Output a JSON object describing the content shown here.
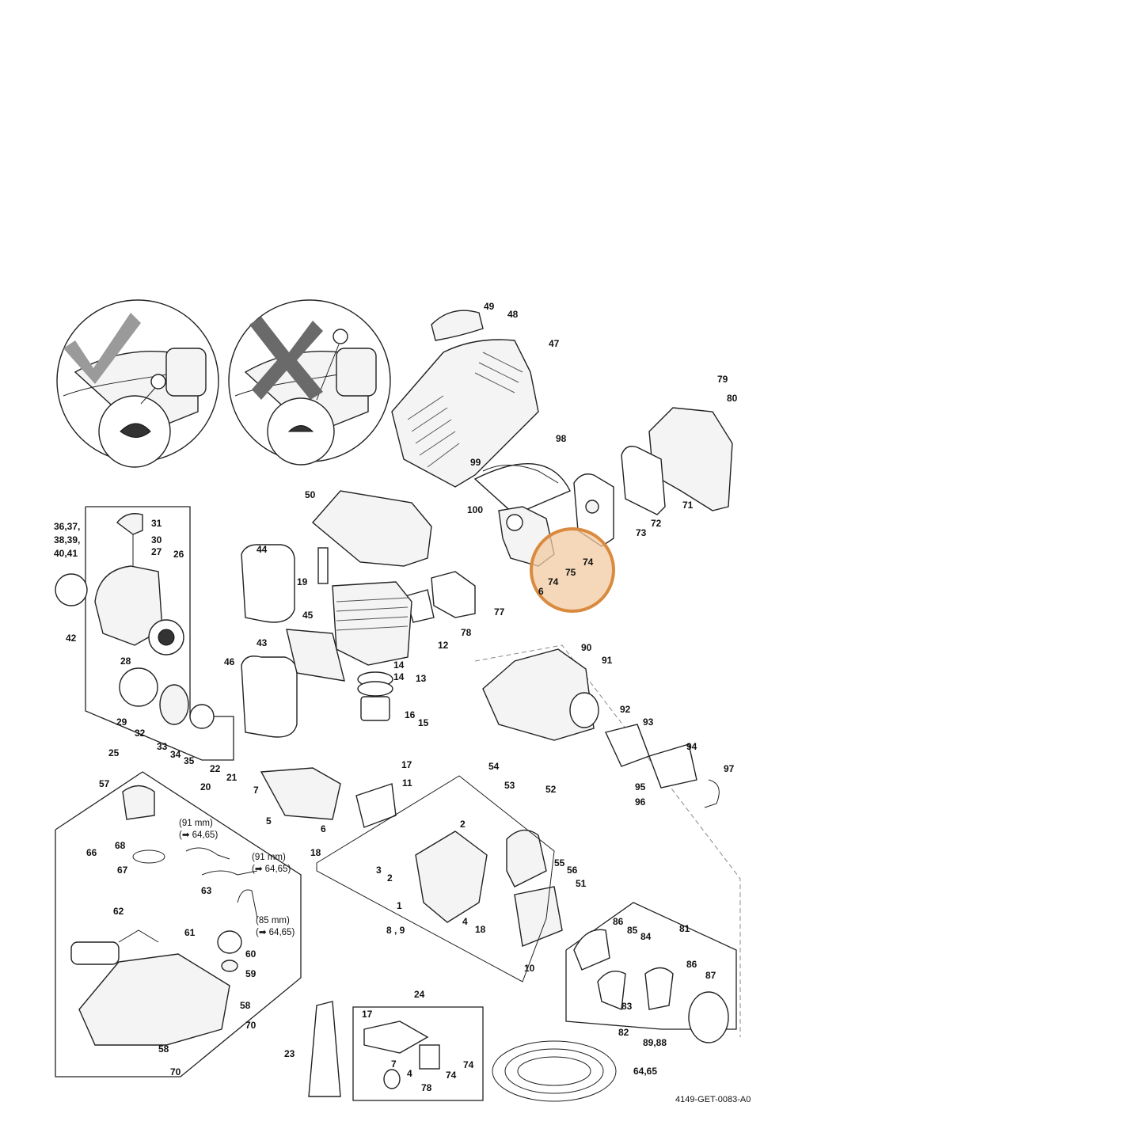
{
  "diagram": {
    "document_code": "4149-GET-0083-A0",
    "highlight_color": "#D98A3E",
    "callouts": {
      "c1": "1",
      "c2": "2",
      "c2b": "2",
      "c3": "3",
      "c4": "4",
      "c4b": "4",
      "c5": "5",
      "c6": "6",
      "c6b": "6",
      "c7": "7",
      "c7b": "7",
      "c8_9": "8 , 9",
      "c10": "10",
      "c11": "11",
      "c12": "12",
      "c13": "13",
      "c14a": "14",
      "c14b": "14",
      "c15": "15",
      "c16": "16",
      "c17": "17",
      "c17b": "17",
      "c18": "18",
      "c18b": "18",
      "c19": "19",
      "c20": "20",
      "c21": "21",
      "c22": "22",
      "c23": "23",
      "c24": "24",
      "c25": "25",
      "c26": "26",
      "c27": "27",
      "c28": "28",
      "c29": "29",
      "c30": "30",
      "c31": "31",
      "c32": "32",
      "c33": "33",
      "c34": "34",
      "c35": "35",
      "c36_37": "36,37,",
      "c38_39": "38,39,",
      "c40_41": "40,41",
      "c42": "42",
      "c43": "43",
      "c44": "44",
      "c45": "45",
      "c46": "46",
      "c47": "47",
      "c48": "48",
      "c49": "49",
      "c50": "50",
      "c51": "51",
      "c52": "52",
      "c53": "53",
      "c54": "54",
      "c55": "55",
      "c56": "56",
      "c57": "57",
      "c58a": "58",
      "c58b": "58",
      "c59": "59",
      "c60": "60",
      "c61": "61",
      "c62": "62",
      "c63": "63",
      "c64_65": "64,65",
      "c66": "66",
      "c67": "67",
      "c68": "68",
      "c70a": "70",
      "c70b": "70",
      "c71": "71",
      "c72": "72",
      "c73": "73",
      "c74a": "74",
      "c74b": "74",
      "c74c": "74",
      "c74d": "74",
      "c75": "75",
      "c77": "77",
      "c78": "78",
      "c78b": "78",
      "c79": "79",
      "c80": "80",
      "c81": "81",
      "c82": "82",
      "c83": "83",
      "c84": "84",
      "c85": "85",
      "c86a": "86",
      "c86b": "86",
      "c87": "87",
      "c89_88": "89,88",
      "c90": "90",
      "c91": "91",
      "c92": "92",
      "c93": "93",
      "c94": "94",
      "c95": "95",
      "c96": "96",
      "c97": "97",
      "c98": "98",
      "c99": "99",
      "c100": "100"
    },
    "hose_notes": [
      {
        "length": "(91 mm)",
        "ref": "(➡ 64,65)"
      },
      {
        "length": "(91 mm)",
        "ref": "(➡ 64,65)"
      },
      {
        "length": "(85 mm)",
        "ref": "(➡ 64,65)"
      }
    ],
    "insets": [
      {
        "mark": "check-icon",
        "meaning": "correct"
      },
      {
        "mark": "cross-icon",
        "meaning": "incorrect"
      }
    ]
  }
}
